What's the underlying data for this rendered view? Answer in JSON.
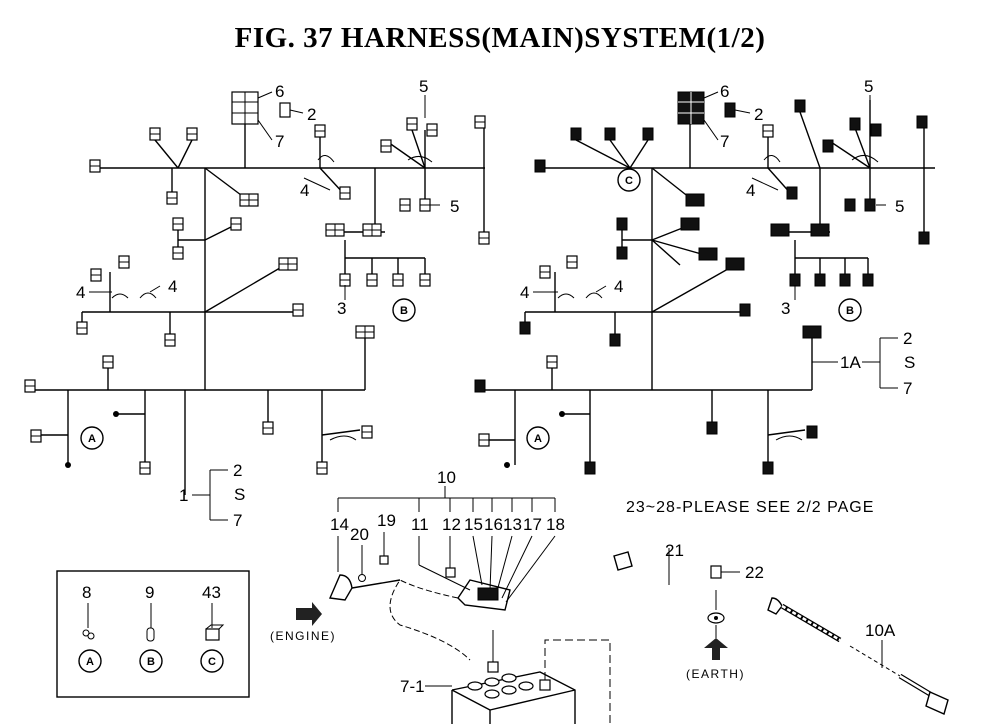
{
  "title": "FIG. 37  HARNESS(MAIN)SYSTEM(1/2)",
  "note": "23~28-PLEASE SEE 2/2 PAGE",
  "labels": {
    "engine": "(ENGINE)",
    "earth": "(EARTH)"
  },
  "left_harness": {
    "callouts": {
      "c6": "6",
      "c7": "7",
      "c2": "2",
      "c5a": "5",
      "c5b": "5",
      "c4a": "4",
      "c4b": "4",
      "c4c": "4",
      "c3": "3",
      "c1": "1",
      "r2": "2",
      "rtilde": "S",
      "r7": "7"
    },
    "badges": {
      "a": "A",
      "b": "B"
    }
  },
  "right_harness": {
    "callouts": {
      "c6": "6",
      "c7": "7",
      "c2": "2",
      "c5a": "5",
      "c5b": "5",
      "c4a": "4",
      "c4b": "4",
      "c4c": "4",
      "c3": "3",
      "c1a": "1A",
      "r2": "2",
      "rtilde": "S",
      "r7": "7"
    },
    "badges": {
      "a": "A",
      "b": "B",
      "c": "C"
    }
  },
  "battery_group": {
    "c10": "10",
    "c14": "14",
    "c20": "20",
    "c19": "19",
    "c11": "11",
    "c12": "12",
    "c15": "15",
    "c16": "16",
    "c13": "13",
    "c17": "17",
    "c18": "18",
    "c21": "21",
    "c22": "22",
    "c10a": "10A",
    "c71": "7-1"
  },
  "legend_box": {
    "items": [
      {
        "num": "8",
        "badge": "A"
      },
      {
        "num": "9",
        "badge": "B"
      },
      {
        "num": "43",
        "badge": "C"
      }
    ]
  }
}
